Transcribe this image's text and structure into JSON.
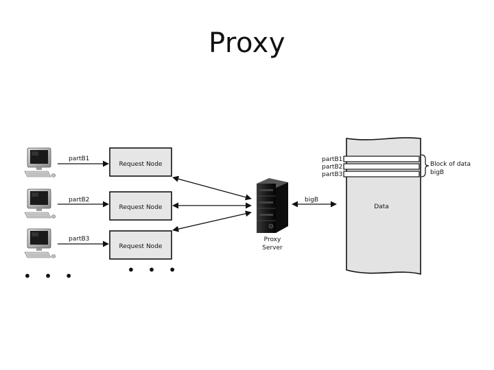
{
  "title": "Proxy",
  "clients": [
    {
      "edge_label": "partB1",
      "node_label": "Request Node"
    },
    {
      "edge_label": "partB2",
      "node_label": "Request Node"
    },
    {
      "edge_label": "partB3",
      "node_label": "Request Node"
    }
  ],
  "ellipsis": "• • •",
  "server": {
    "label_line1": "Proxy",
    "label_line2": "Server"
  },
  "server_link_label": "bigB",
  "data_store": {
    "label": "Data",
    "rows": [
      "partB1",
      "partB2",
      "partB3"
    ],
    "brace_line1": "Block of data",
    "brace_line2": "bigB"
  }
}
